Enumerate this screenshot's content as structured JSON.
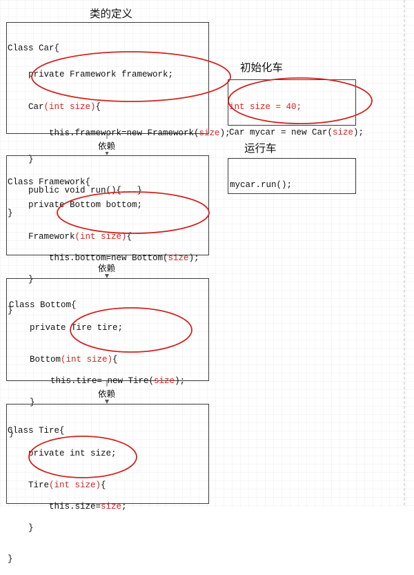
{
  "titles": {
    "class_def": "类的定义",
    "init": "初始化车",
    "run": "运行车"
  },
  "dependency_label": "依赖",
  "classes": {
    "car": {
      "decl": "Class Car{",
      "field": "    private Framework framework;",
      "ctor_name": "    Car",
      "ctor_param": "(int size)",
      "ctor_brace": "{",
      "body_pre": "        this.framework=new Framework(",
      "body_arg": "size",
      "body_post": ");",
      "ctor_close": "    }",
      "method": "    public void run(){...}",
      "close": "}"
    },
    "framework": {
      "decl": "Class Framework{",
      "field": "    private Bottom bottom;",
      "ctor_name": "    Framework",
      "ctor_param": "(int size)",
      "ctor_brace": "{",
      "body_pre": "        this.bottom=new Bottom(",
      "body_arg": "size",
      "body_post": ");",
      "ctor_close": "    }",
      "close": "}"
    },
    "bottom": {
      "decl": "Class Bottom{",
      "field": "    private Tire tire;",
      "ctor_name": "    Bottom",
      "ctor_param": "(int size)",
      "ctor_brace": "{",
      "body_pre": "        this.tire= new Tire(",
      "body_arg": "size",
      "body_post": ");",
      "ctor_close": "    }",
      "close": "}"
    },
    "tire": {
      "decl": "Class Tire{",
      "field": "    private int size;",
      "ctor_name": "    Tire",
      "ctor_param": "(int size)",
      "ctor_brace": "{",
      "body_pre": "        this.size=",
      "body_arg": "size",
      "body_post": ";",
      "ctor_close": "    }",
      "close": "}"
    }
  },
  "init_code": {
    "line1": "int size = 40;",
    "line2_pre": "Car mycar = new Car(",
    "line2_arg": "size",
    "line2_post": ");"
  },
  "run_code": {
    "line1": "mycar.run();"
  },
  "colors": {
    "highlight": "#d0231f",
    "grid": "#e8e8e8",
    "border": "#3a3a3a",
    "arrow": "#555555"
  }
}
